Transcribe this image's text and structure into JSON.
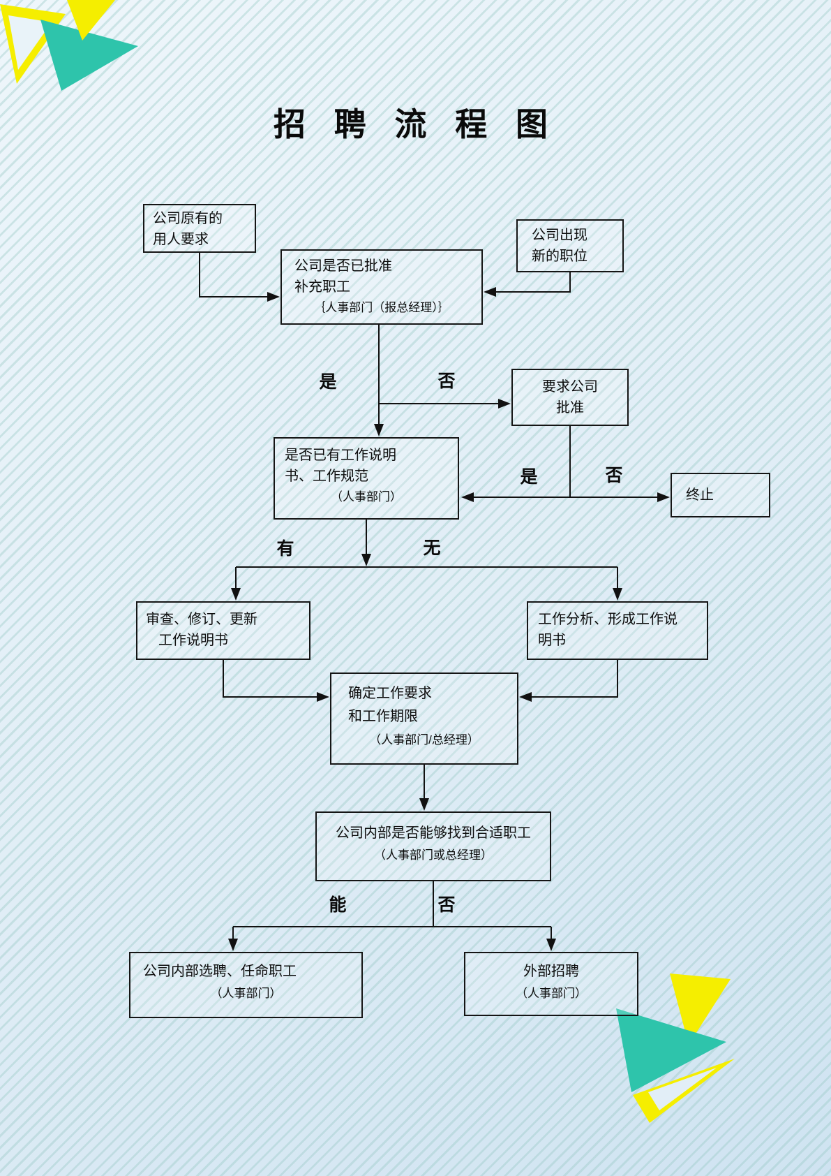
{
  "title": "招 聘 流 程 图",
  "flowchart": {
    "nodes": {
      "existing_demand": {
        "lines": [
          "公司原有的",
          "用人要求"
        ]
      },
      "new_position": {
        "lines": [
          "公司出现",
          "新的职位"
        ]
      },
      "approved_decision": {
        "lines": [
          "公司是否已批准",
          "补充职工",
          "｛人事部门（报总经理）｝"
        ]
      },
      "request_approval": {
        "lines": [
          "要求公司",
          "批准"
        ]
      },
      "has_job_desc": {
        "lines": [
          "是否已有工作说明",
          "书、工作规范",
          "（人事部门）"
        ]
      },
      "terminate": {
        "lines": [
          "终止"
        ]
      },
      "review_update": {
        "lines": [
          "审查、修订、更新",
          "工作说明书"
        ]
      },
      "job_analysis": {
        "lines": [
          "工作分析、形成工作说",
          "明书"
        ]
      },
      "define_requirements": {
        "lines": [
          "确定工作要求",
          "和工作期限",
          "（人事部门/总经理）"
        ]
      },
      "internal_candidate": {
        "lines": [
          "公司内部是否能够找到合适职工",
          "（人事部门或总经理）"
        ]
      },
      "internal_hire": {
        "lines": [
          "公司内部选聘、任命职工",
          "（人事部门）"
        ]
      },
      "external_hire": {
        "lines": [
          "外部招聘",
          "（人事部门）"
        ]
      }
    },
    "labels": {
      "yes1": "是",
      "no1": "否",
      "yes2": "是",
      "no2": "否",
      "have": "有",
      "none": "无",
      "can": "能",
      "no3": "否"
    }
  },
  "colors": {
    "accent_teal": "#2ec4ab",
    "accent_yellow": "#f5ee00",
    "line": "#111111"
  }
}
